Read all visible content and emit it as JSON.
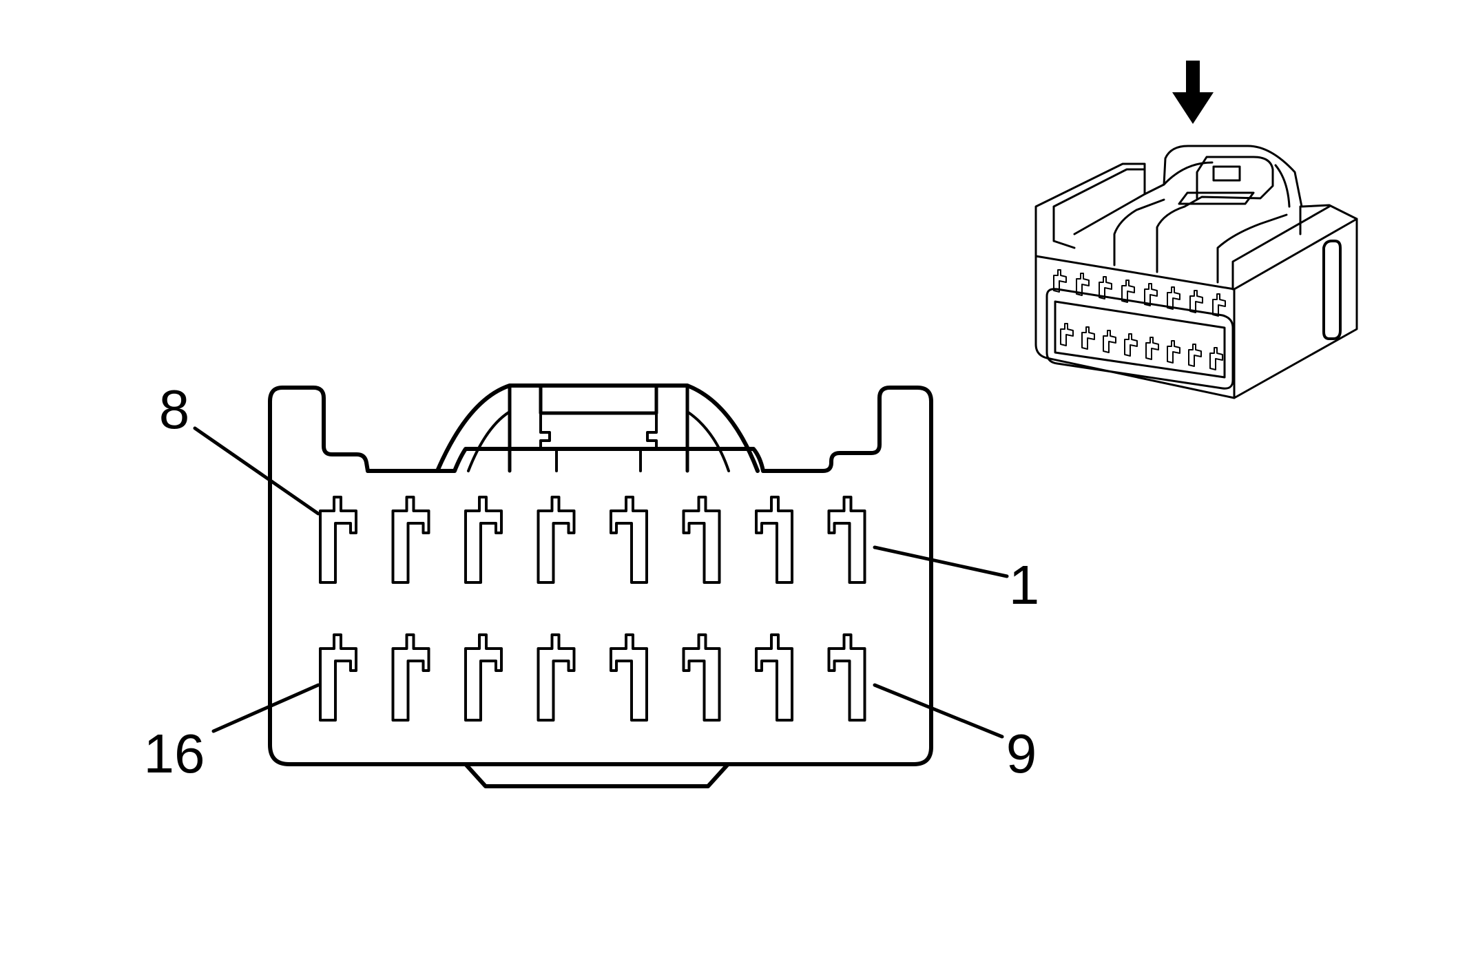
{
  "diagram": {
    "pin_labels": {
      "top_left": "8",
      "top_right": "1",
      "bottom_left": "16",
      "bottom_right": "9"
    },
    "pin_rows": 2,
    "pins_per_row": 8,
    "view_arrow_icon": "arrow-down-icon",
    "line_color": "#000000",
    "background_color": "#ffffff"
  }
}
